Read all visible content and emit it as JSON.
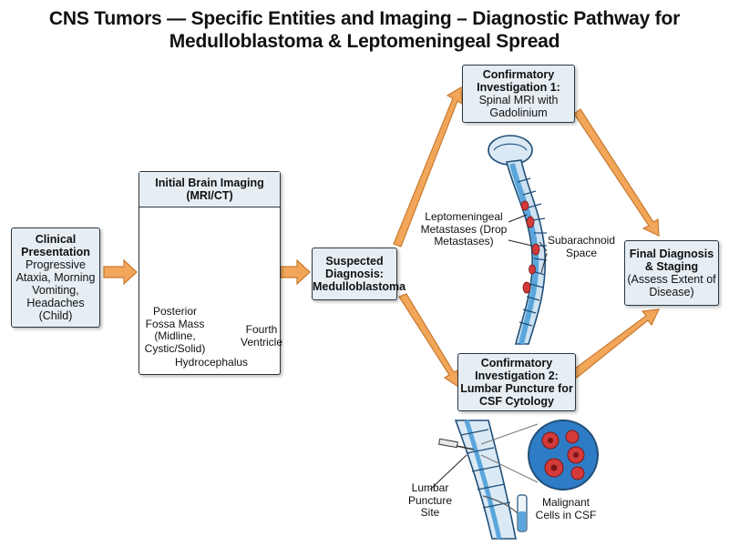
{
  "title": {
    "line1": "CNS Tumors — Specific Entities and Imaging – Diagnostic Pathway for",
    "line2": "Medulloblastoma & Leptomeningeal Spread"
  },
  "nodes": {
    "clinical": {
      "heading": "Clinical Presentation",
      "body": "Progressive Ataxia, Morning Vomiting, Headaches (Child)"
    },
    "imaging": {
      "heading": "Initial Brain Imaging (MRI/CT)"
    },
    "suspected": {
      "heading": "Suspected Diagnosis: Medulloblastoma"
    },
    "confirm1": {
      "heading": "Confirmatory Investigation 1:",
      "body": "Spinal MRI with Gadolinium"
    },
    "confirm2": {
      "heading": "Confirmatory Investigation 2: Lumbar Puncture for CSF Cytology"
    },
    "final": {
      "heading": "Final Diagnosis & Staging",
      "body": "(Assess Extent of Disease)"
    }
  },
  "labels": {
    "posterior_fossa": "Posterior Fossa Mass (Midline, Cystic/Solid)",
    "fourth_ventricle": "Fourth Ventricle",
    "hydrocephalus": "Hydrocephalus",
    "leptomeningeal": "Leptomeningeal Metastases (Drop Metastases)",
    "subarachnoid": "Subarachnoid Space",
    "lumbar_site": "Lumbar Puncture Site",
    "malignant_cells": "Malignant Cells in CSF"
  },
  "colors": {
    "arrow": "#f2a65a",
    "arrow_stroke": "#c97a2e",
    "box_fill": "#e6eef4",
    "csf_blue": "#5aa6dc",
    "tumor_red": "#d33a3a"
  }
}
